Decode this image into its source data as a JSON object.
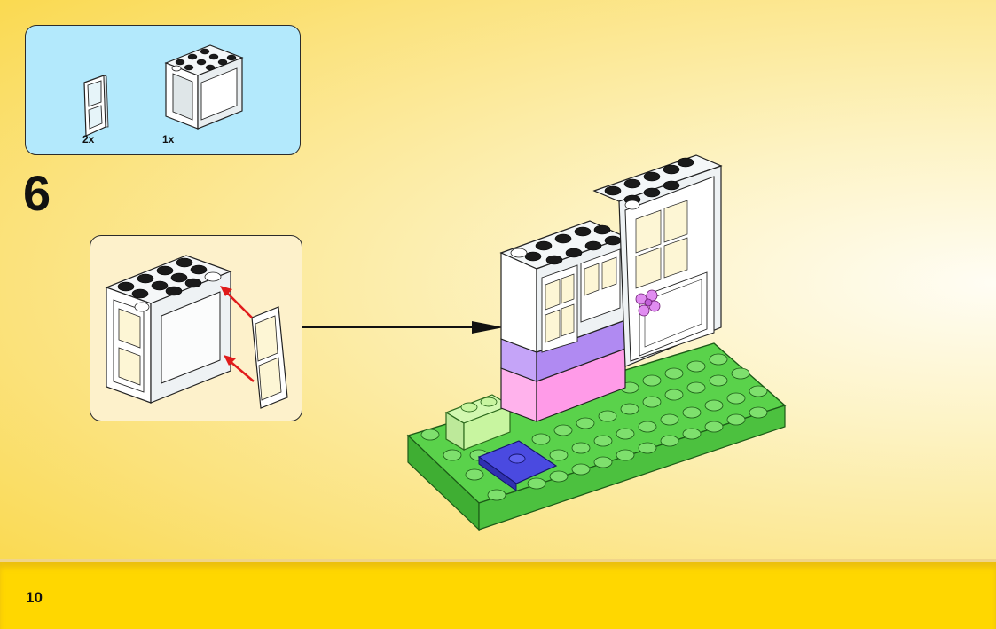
{
  "parts": [
    {
      "name": "window-shutter",
      "quantity": "2x"
    },
    {
      "name": "window-frame",
      "quantity": "1x"
    }
  ],
  "step": {
    "number": "6"
  },
  "footer": {
    "page_number": "10"
  },
  "colors": {
    "background": "#fbe27c",
    "parts_panel": "#b3e9fc",
    "callout": "#fdf1cb",
    "footer": "#ffd700",
    "baseplate": "#5ad24b",
    "lavender": "#b08af2",
    "pink": "#ff9be8",
    "lime": "#c8f5a0",
    "blue_tile": "#4a4ae0",
    "arrow_red": "#e01b1b"
  }
}
